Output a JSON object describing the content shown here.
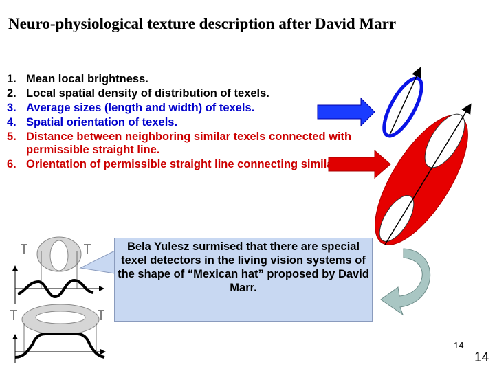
{
  "slide": {
    "title": "Neuro-physiological texture description after David Marr",
    "items": [
      {
        "num": "1.",
        "text": "Mean local brightness.",
        "color": "#000000"
      },
      {
        "num": "2.",
        "text": "Local spatial density of distribution of texels.",
        "color": "#000000"
      },
      {
        "num": "3.",
        "text": "Average sizes (length and width) of texels.",
        "color": "#0000cc"
      },
      {
        "num": "4.",
        "text": "Spatial orientation of texels.",
        "color": "#0000cc"
      },
      {
        "num": "5.",
        "text": "Distance between neighboring similar texels connected with permissible straight line.",
        "color": "#cc0000"
      },
      {
        "num": "6.",
        "text": "Orientation of permissible straight line connecting similar texels.",
        "color": "#cc0000"
      }
    ],
    "callout": "Bela Yulesz surmised that there are special texel detectors in the living vision systems of the shape of “Mexican hat” proposed by David Marr.",
    "page_number_small": "14",
    "page_number_large": "14"
  },
  "colors": {
    "blue_accent": "#0000cc",
    "red_accent": "#e00000",
    "callout_fill": "#c8d8f2",
    "curved_arrow_fill": "#a9c6c3"
  },
  "icons": [
    "blue-arrow-icon",
    "red-arrow-icon",
    "curved-arrow-icon",
    "mexican-hat-diagram"
  ]
}
